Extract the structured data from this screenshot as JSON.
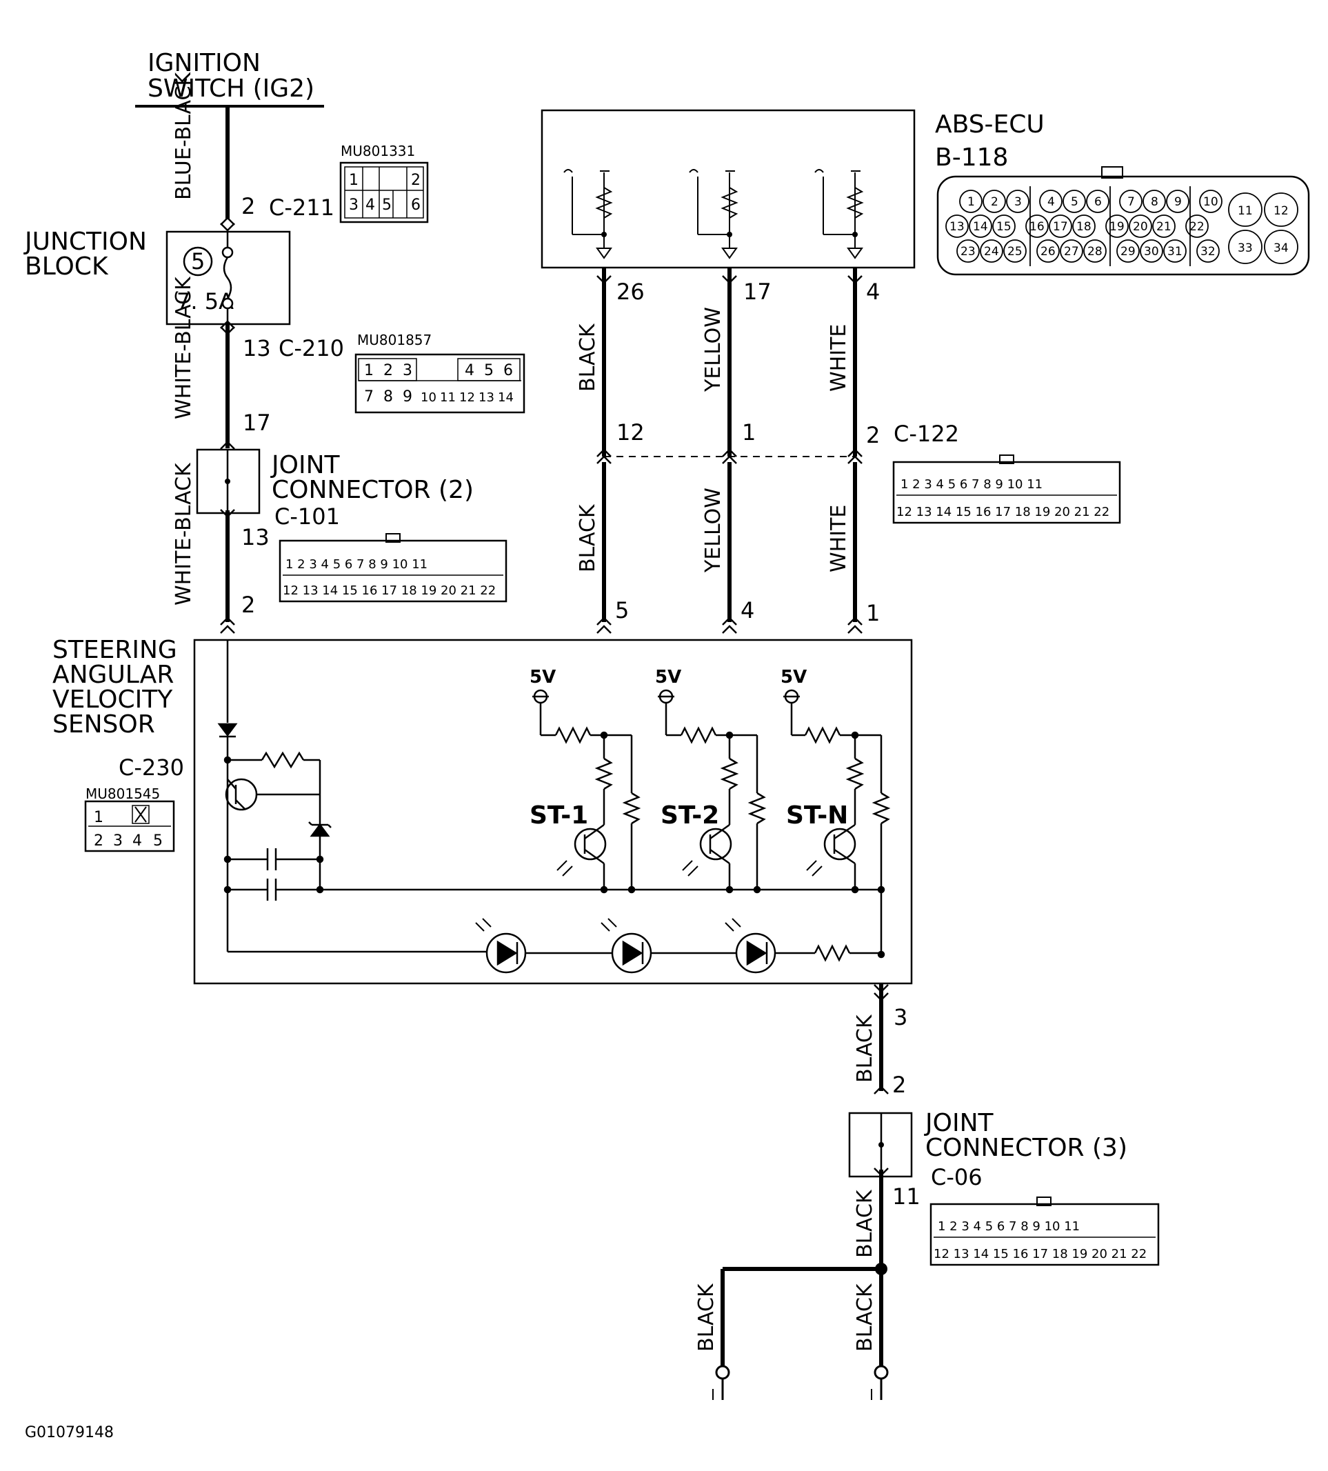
{
  "power": {
    "line1": "IGNITION",
    "line2": "SWITCH (IG2)"
  },
  "wires": {
    "blue_black": "BLUE-BLACK",
    "white_black": "WHITE-BLACK",
    "black": "BLACK",
    "yellow": "YELLOW",
    "white": "WHITE"
  },
  "junction_block": {
    "line1": "JUNCTION",
    "line2": "BLOCK",
    "fuse_no": "5",
    "fuse_rating": "7. 5A"
  },
  "joint2": {
    "line1": "JOINT",
    "line2": "CONNECTOR (2)",
    "code": "C-101"
  },
  "joint3": {
    "line1": "JOINT",
    "line2": "CONNECTOR (3)",
    "code": "C-06"
  },
  "sensor": {
    "line1": "STEERING",
    "line2": "ANGULAR",
    "line3": "VELOCITY",
    "line4": "SENSOR",
    "code": "C-230",
    "part": "MU801545",
    "st1": "ST-1",
    "st2": "ST-2",
    "stn": "ST-N",
    "v5": "5V"
  },
  "ecu": {
    "name": "ABS-ECU",
    "code": "B-118"
  },
  "connectors": {
    "c211": "C-211",
    "c210": "C-210",
    "c122": "C-122",
    "mu801331": "MU801331",
    "mu801857": "MU801857"
  },
  "pins": {
    "p2_c211": "2",
    "p13_c210": "13",
    "p17": "17",
    "p13_c101": "13",
    "p2_sensor": "2",
    "p26": "26",
    "p17_ecu": "17",
    "p4_ecu": "4",
    "p12": "12",
    "p1": "1",
    "p2_c122": "2",
    "p5": "5",
    "p4": "4",
    "p1_sensor": "1",
    "p3": "3",
    "p2_j3": "2",
    "p11": "11"
  },
  "figure_id": "G01079148"
}
